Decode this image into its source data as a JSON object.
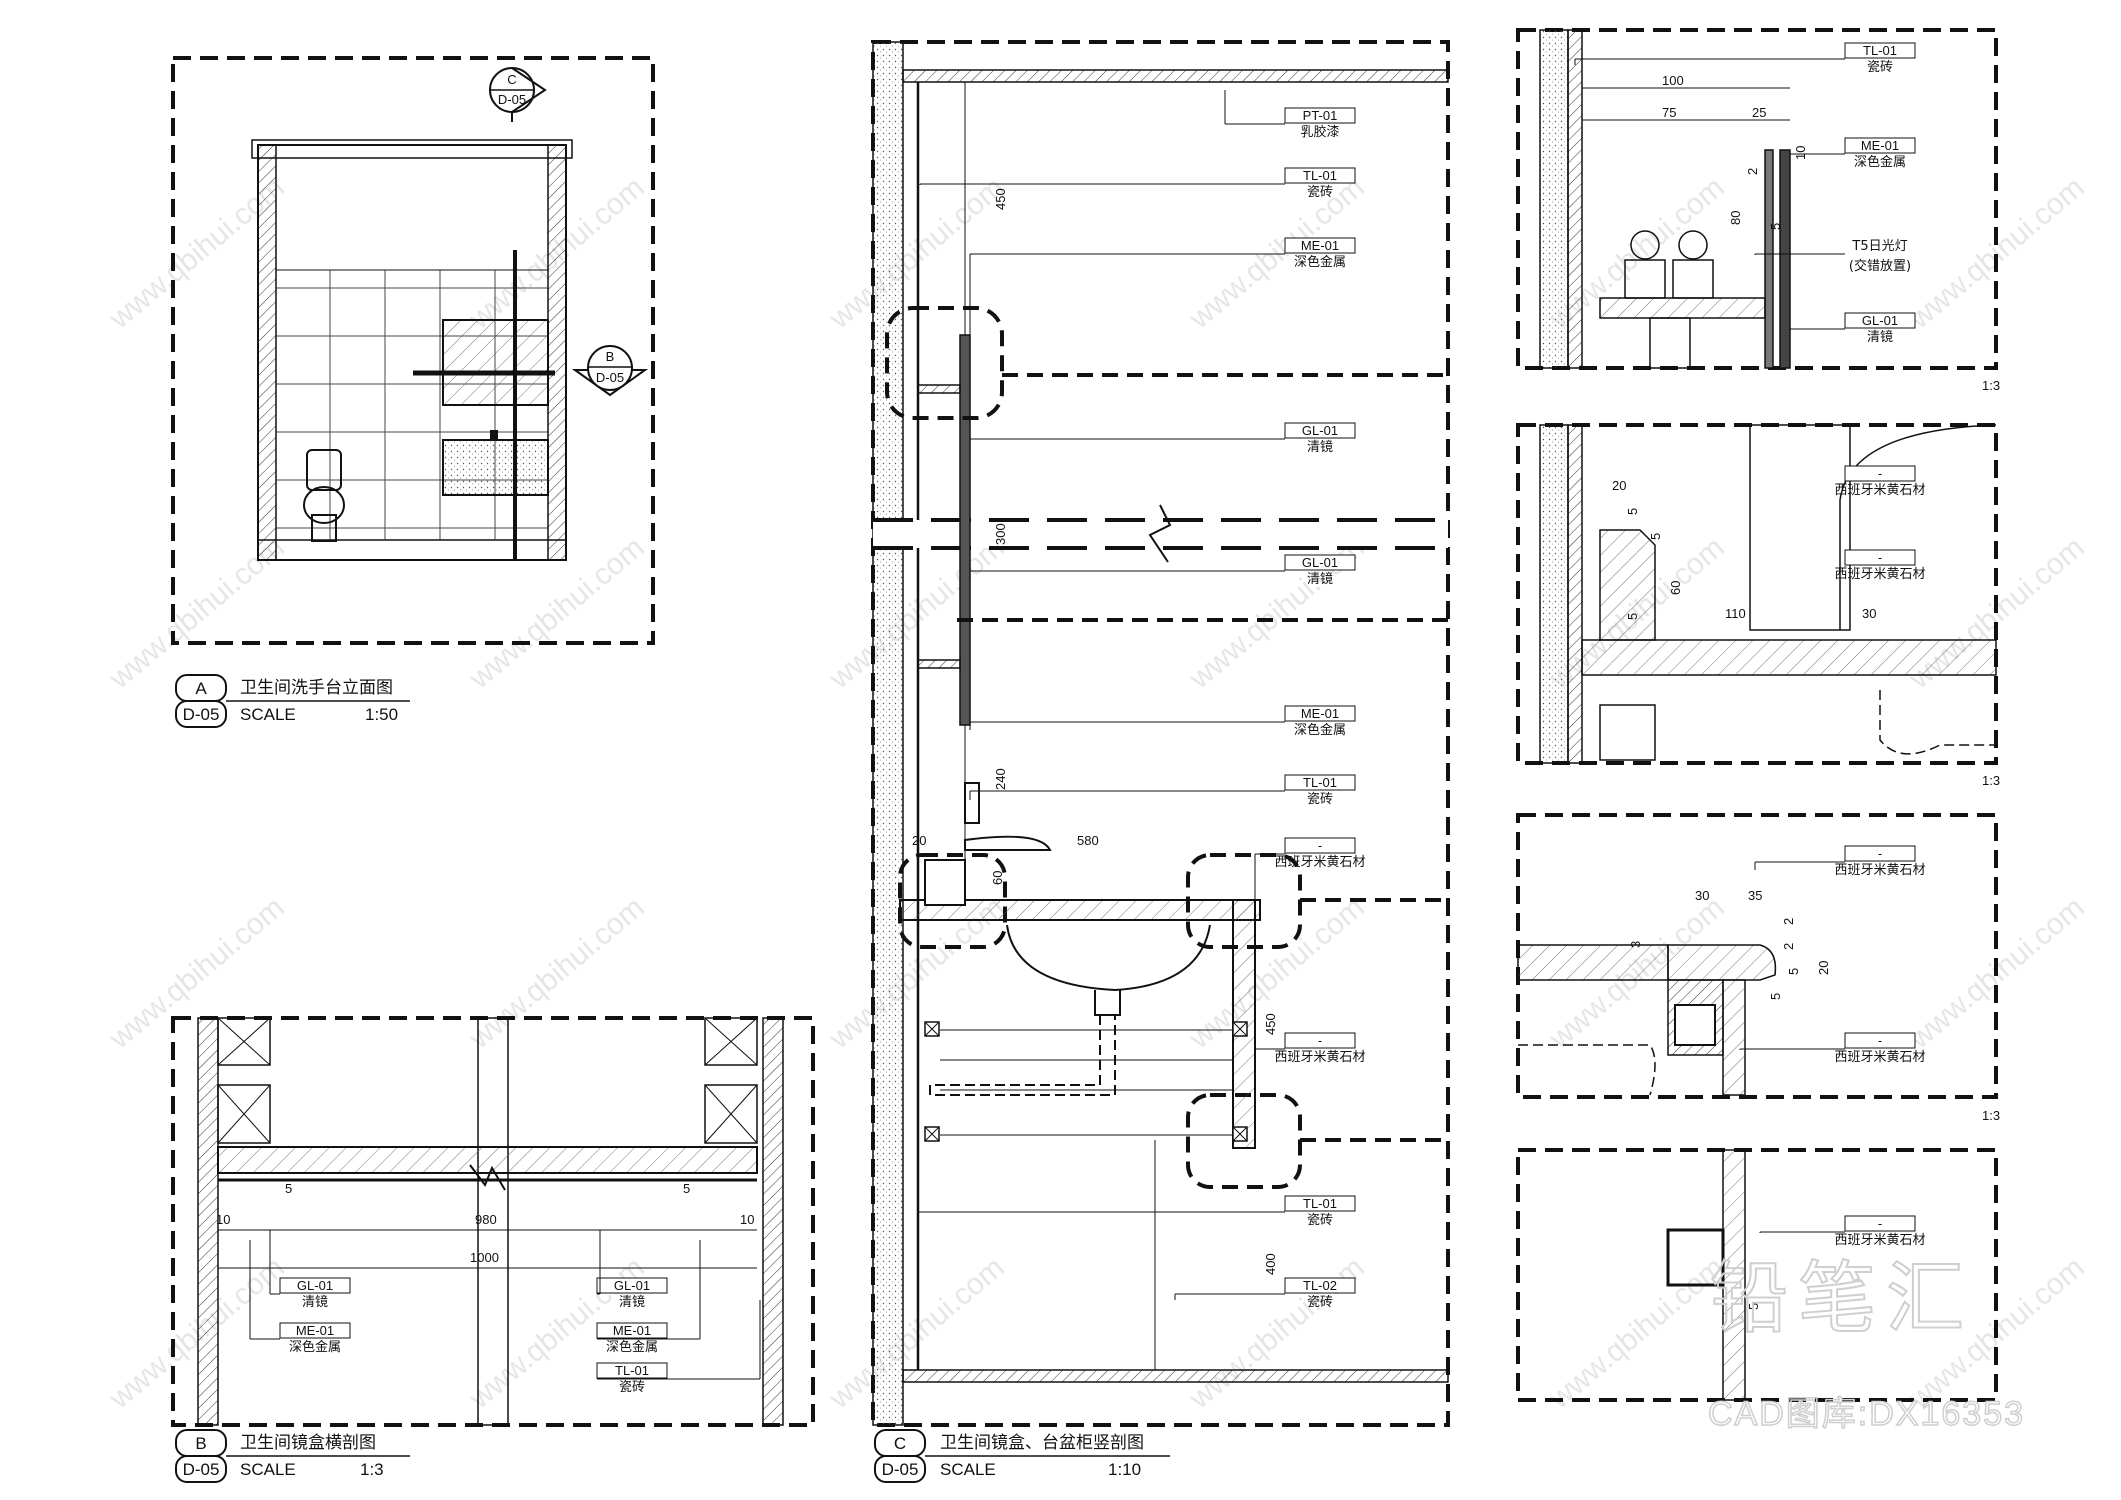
{
  "watermark": {
    "brand": "铅笔汇",
    "site": "www.qbihui.com",
    "library": "CAD图库:DX16353"
  },
  "views": {
    "A": {
      "letter": "A",
      "sheet": "D-05",
      "title": "卫生间洗手台立面图",
      "scale_word": "SCALE",
      "scale": "1:50",
      "markers": [
        {
          "letter": "C",
          "sheet": "D-05"
        },
        {
          "letter": "B",
          "sheet": "D-05"
        }
      ]
    },
    "B": {
      "letter": "B",
      "sheet": "D-05",
      "title": "卫生间镜盒横剖图",
      "scale_word": "SCALE",
      "scale": "1:3",
      "dims": [
        "5",
        "5",
        "10",
        "980",
        "10",
        "1000"
      ],
      "tags": [
        {
          "code": "GL-01",
          "name": "清镜"
        },
        {
          "code": "GL-01",
          "name": "清镜"
        },
        {
          "code": "ME-01",
          "name": "深色金属"
        },
        {
          "code": "ME-01",
          "name": "深色金属"
        },
        {
          "code": "TL-01",
          "name": "瓷砖"
        }
      ]
    },
    "C": {
      "letter": "C",
      "sheet": "D-05",
      "title": "卫生间镜盒、台盆柜竖剖图",
      "scale_word": "SCALE",
      "scale": "1:10",
      "dims": [
        "450",
        "300",
        "240",
        "20",
        "580",
        "60",
        "450",
        "400"
      ],
      "tags": [
        {
          "code": "PT-01",
          "name": "乳胶漆"
        },
        {
          "code": "TL-01",
          "name": "瓷砖"
        },
        {
          "code": "ME-01",
          "name": "深色金属"
        },
        {
          "code": "GL-01",
          "name": "清镜"
        },
        {
          "code": "GL-01",
          "name": "清镜"
        },
        {
          "code": "ME-01",
          "name": "深色金属"
        },
        {
          "code": "TL-01",
          "name": "瓷砖"
        },
        {
          "code": "-",
          "name": "西班牙米黄石材"
        },
        {
          "code": "-",
          "name": "西班牙米黄石材"
        },
        {
          "code": "TL-01",
          "name": "瓷砖"
        },
        {
          "code": "TL-02",
          "name": "瓷砖"
        }
      ]
    }
  },
  "details": [
    {
      "scale": "1:3",
      "dims": [
        "100",
        "75",
        "25",
        "10",
        "2",
        "80",
        "5"
      ],
      "tags": [
        {
          "code": "TL-01",
          "name": "瓷砖"
        },
        {
          "code": "ME-01",
          "name": "深色金属"
        },
        {
          "code": "",
          "name": "T5日光灯"
        },
        {
          "code": "",
          "name": "(交错放置)"
        },
        {
          "code": "GL-01",
          "name": "清镜"
        }
      ]
    },
    {
      "scale": "1:3",
      "dims": [
        "20",
        "5",
        "5",
        "60",
        "5",
        "110",
        "30"
      ],
      "tags": [
        {
          "code": "-",
          "name": "西班牙米黄石材"
        },
        {
          "code": "-",
          "name": "西班牙米黄石材"
        }
      ]
    },
    {
      "scale": "1:3",
      "dims": [
        "30",
        "35",
        "2",
        "3",
        "20",
        "5",
        "2",
        "5"
      ],
      "tags": [
        {
          "code": "-",
          "name": "西班牙米黄石材"
        },
        {
          "code": "-",
          "name": "西班牙米黄石材"
        }
      ]
    },
    {
      "scale": "",
      "dims": [
        "5"
      ],
      "tags": [
        {
          "code": "-",
          "name": "西班牙米黄石材"
        }
      ]
    }
  ]
}
